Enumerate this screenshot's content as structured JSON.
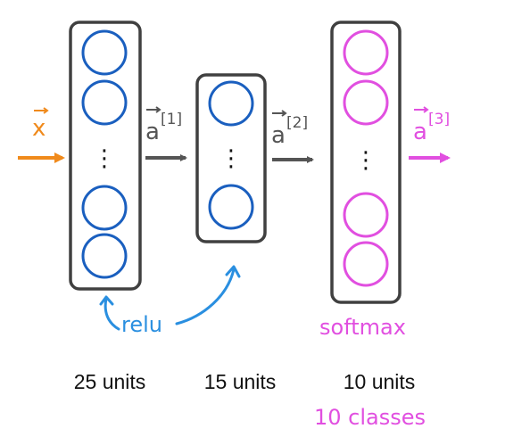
{
  "colors": {
    "input": "#f08a1c",
    "hidden": "#1a5fbf",
    "output": "#e14fe0",
    "relu": "#2a8fe0",
    "arrow": "#555555",
    "box": "#404040"
  },
  "labels": {
    "x": "x",
    "a1": "a",
    "a1_sup": "[1]",
    "a2": "a",
    "a2_sup": "[2]",
    "a3": "a",
    "a3_sup": "[3]",
    "relu": "relu",
    "softmax": "softmax",
    "ellipsis": "⋮"
  },
  "layers": [
    {
      "units_label": "25 units"
    },
    {
      "units_label": "15 units"
    },
    {
      "units_label": "10 units",
      "note": "10 classes"
    }
  ]
}
